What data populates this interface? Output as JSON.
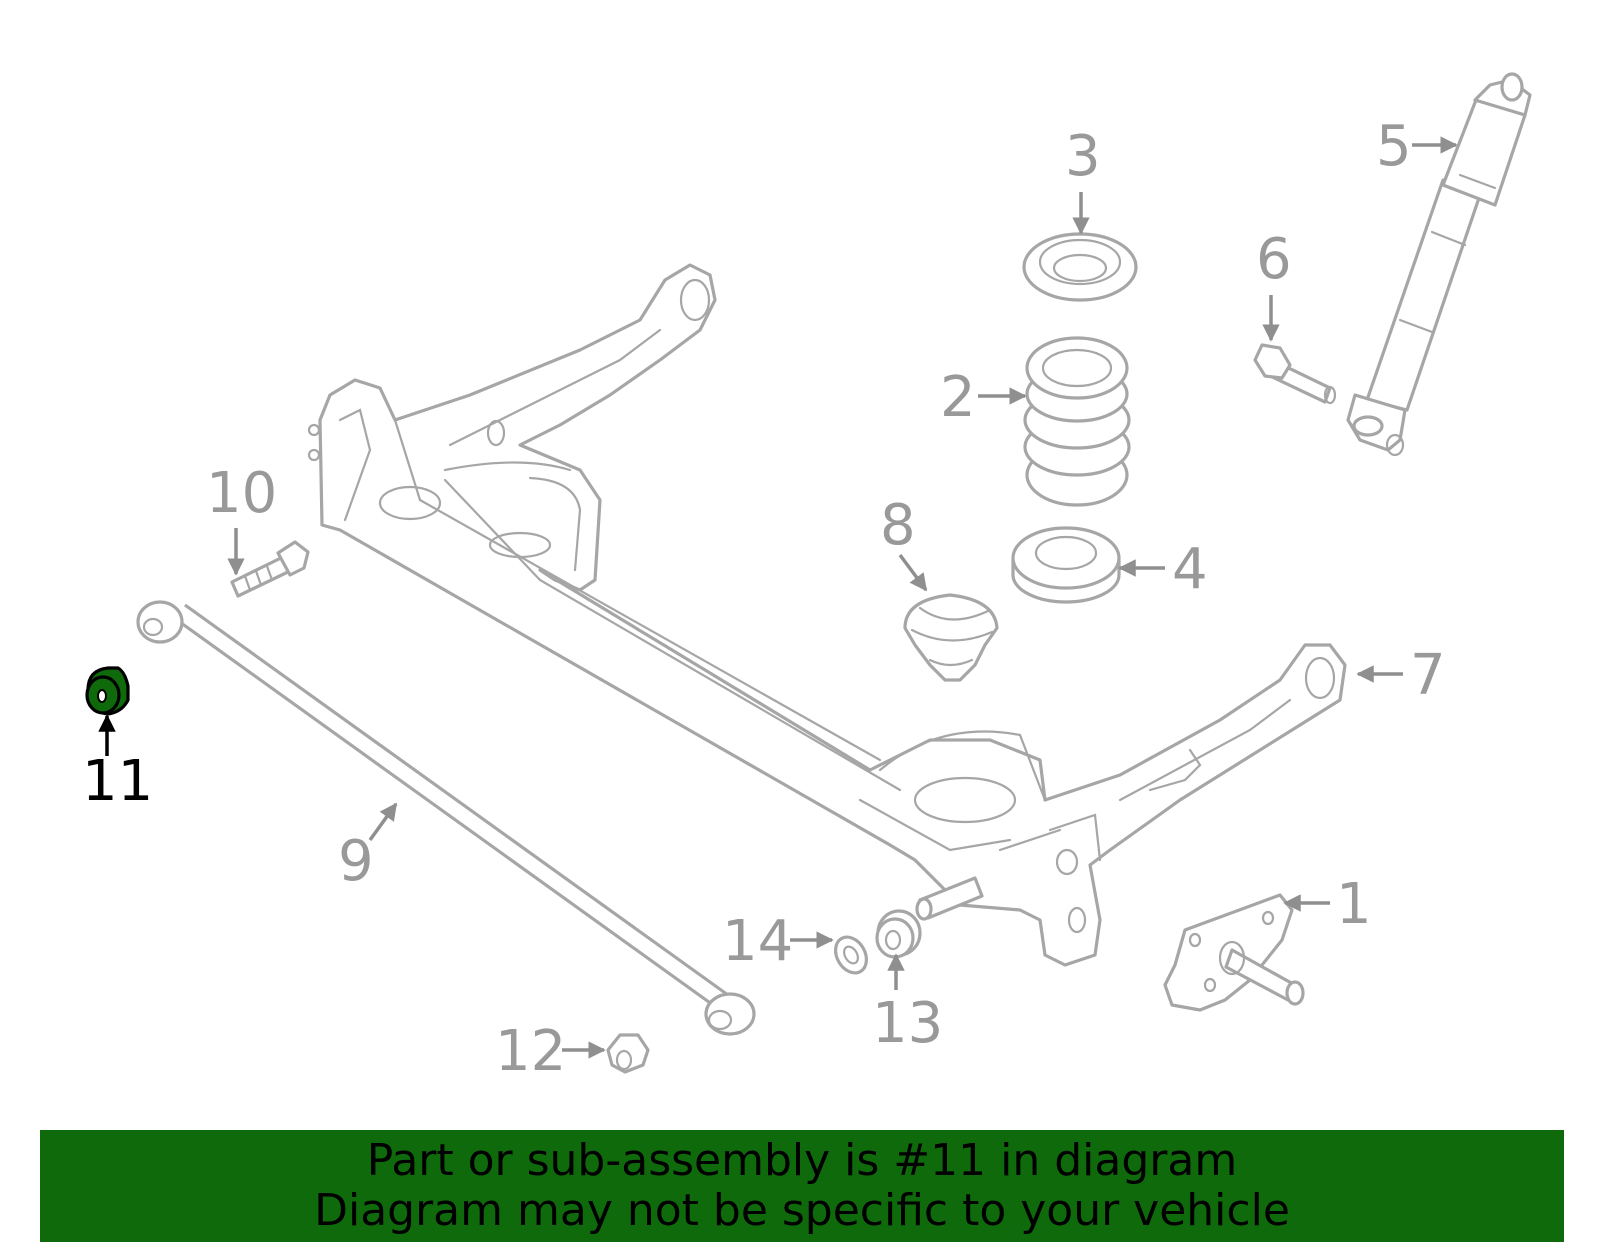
{
  "diagram": {
    "highlighted_part": "11",
    "callouts": [
      {
        "id": "c1",
        "label": "1"
      },
      {
        "id": "c2",
        "label": "2"
      },
      {
        "id": "c3",
        "label": "3"
      },
      {
        "id": "c4",
        "label": "4"
      },
      {
        "id": "c5",
        "label": "5"
      },
      {
        "id": "c6",
        "label": "6"
      },
      {
        "id": "c7",
        "label": "7"
      },
      {
        "id": "c8",
        "label": "8"
      },
      {
        "id": "c9",
        "label": "9"
      },
      {
        "id": "c10",
        "label": "10"
      },
      {
        "id": "c11",
        "label": "11"
      },
      {
        "id": "c12",
        "label": "12"
      },
      {
        "id": "c13",
        "label": "13"
      },
      {
        "id": "c14",
        "label": "14"
      }
    ]
  },
  "banner": {
    "line1": "Part or sub-assembly is #11 in diagram",
    "line2": "Diagram may not be specific to your vehicle"
  },
  "colors": {
    "highlight": "#0e6a0a",
    "part_outline": "#a6a6a6",
    "callout_text": "#999999"
  }
}
